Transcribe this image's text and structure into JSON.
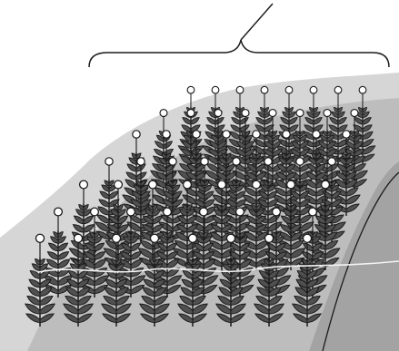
{
  "figure": {
    "colors": {
      "background": "#ffffff",
      "terrain_light": "#d6d6d6",
      "terrain_mid": "#bdbdbd",
      "terrain_dark": "#a3a3a3",
      "plant": "#505050",
      "plant_outline": "#1a1a1a",
      "marker_fill": "#ffffff",
      "marker_stroke": "#1a1a1a",
      "bracket": "#1a1a1a",
      "water_line": "#f4f4f4"
    },
    "plant_rows": 7,
    "plants_per_row": [
      8,
      8,
      8,
      8,
      8,
      8,
      8
    ],
    "has_bracket_callout": true
  }
}
